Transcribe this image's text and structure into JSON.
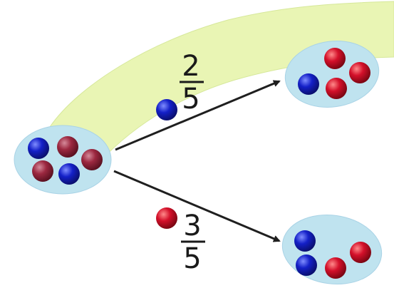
{
  "colors": {
    "background": "#ffffff",
    "highlight_band": "#e9f5b4",
    "group_fill": "#bfe3ef",
    "arrow": "#1f1f1f",
    "ball_blue": "#1420c8",
    "ball_red": "#d4102a",
    "ball_dark_red": "#9c2840"
  },
  "source_group": {
    "balls": [
      "blue",
      "dark_red",
      "dark_red",
      "blue",
      "dark_red"
    ]
  },
  "branches": [
    {
      "id": "upper",
      "probability": {
        "numerator": "2",
        "denominator": "5"
      },
      "drawn_ball": "blue",
      "target_balls": [
        "red",
        "red",
        "blue",
        "red"
      ],
      "highlighted": true
    },
    {
      "id": "lower",
      "probability": {
        "numerator": "3",
        "denominator": "5"
      },
      "drawn_ball": "red",
      "target_balls": [
        "blue",
        "blue",
        "red",
        "red"
      ],
      "highlighted": false
    }
  ]
}
